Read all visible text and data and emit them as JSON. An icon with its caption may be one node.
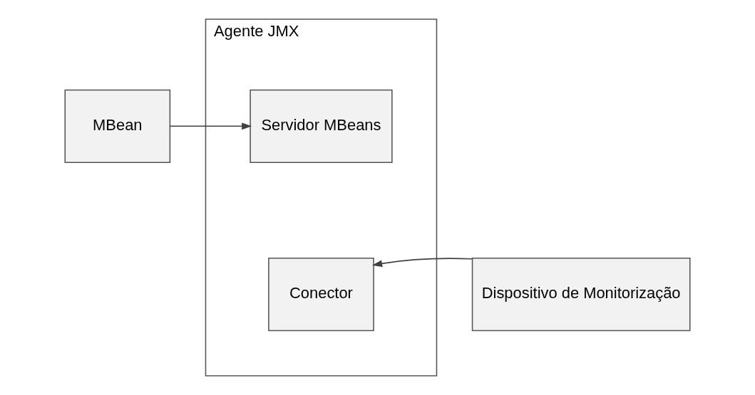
{
  "diagram": {
    "nodes": [
      {
        "text": [
          "Agente JMX"
        ]
      },
      {
        "text": [
          "MBean"
        ]
      },
      {
        "text": [
          "Servidor MBeans"
        ],
        "in": 0
      },
      {
        "text": [
          "Conector"
        ],
        "in": 0
      },
      {
        "text": [
          "Dispositivo de Monitorização"
        ]
      }
    ],
    "edges": [
      {
        "from": 1,
        "to": 2,
        "arrow": "to"
      },
      {
        "from": 4,
        "to": 3,
        "arrow": "to"
      }
    ]
  }
}
